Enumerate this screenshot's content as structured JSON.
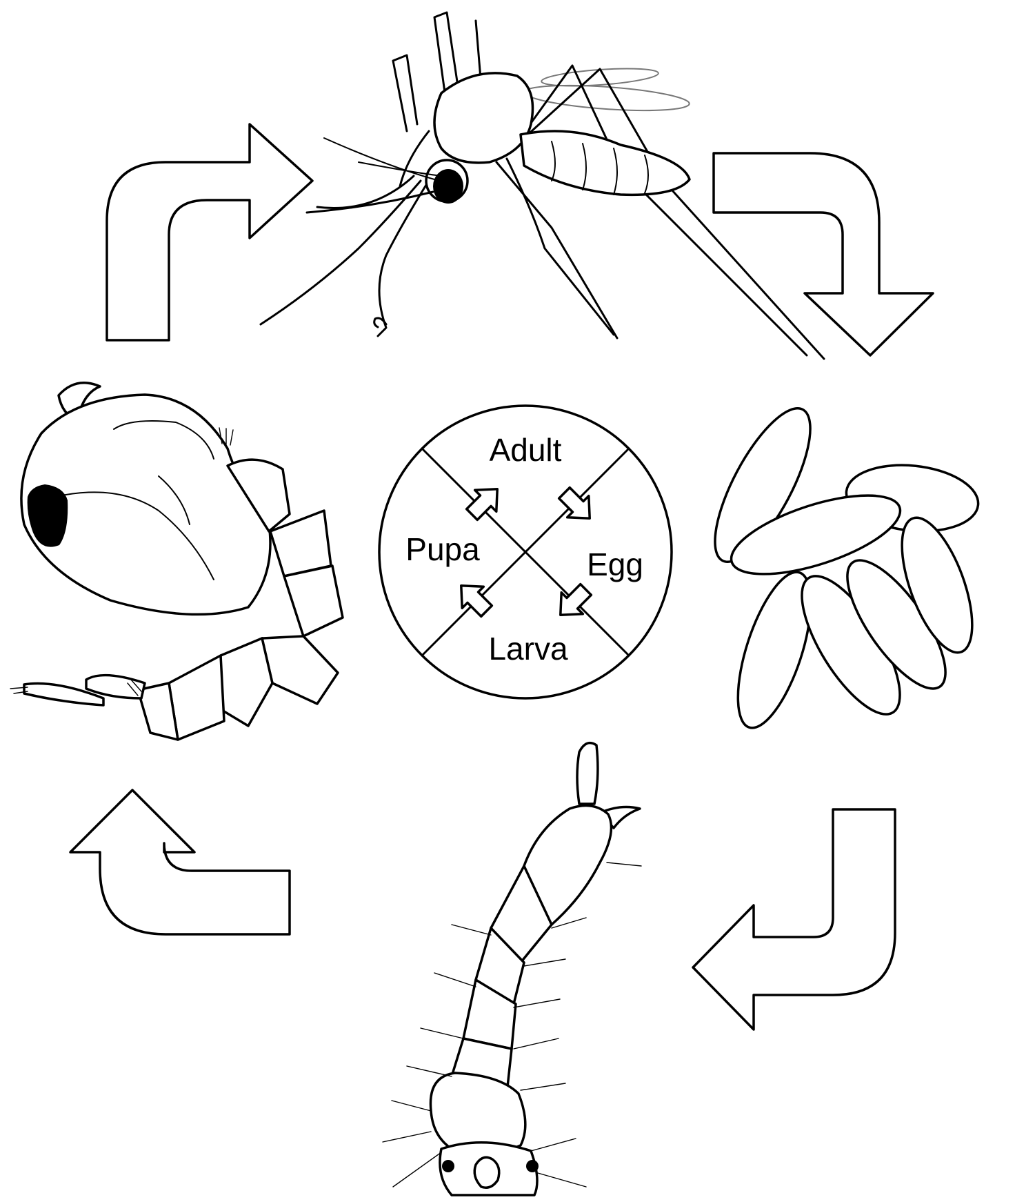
{
  "stages": {
    "adult": "Adult",
    "egg": "Egg",
    "larva": "Larva",
    "pupa": "Pupa"
  },
  "colors": {
    "stroke": "#000000",
    "fill": "#ffffff",
    "wing": "#777777"
  },
  "icons": {
    "adult": "mosquito-adult-illustration",
    "egg": "mosquito-eggs-illustration",
    "larva": "mosquito-larva-illustration",
    "pupa": "mosquito-pupa-illustration",
    "cycle_arrows": "curved-arrow-icon"
  }
}
